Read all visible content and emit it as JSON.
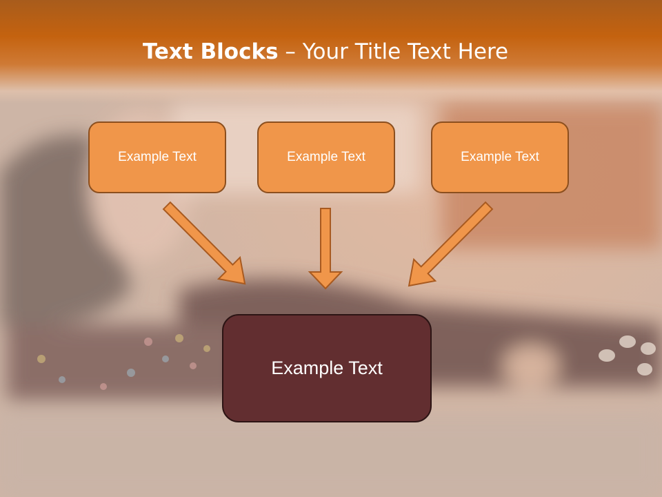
{
  "slide": {
    "title_bold": "Text Blocks",
    "title_separator": " – ",
    "title_rest": "Your Title Text Here",
    "boxes": [
      {
        "label": "Example Text"
      },
      {
        "label": "Example Text"
      },
      {
        "label": "Example Text"
      }
    ],
    "main_box": {
      "label": "Example Text"
    }
  },
  "colors": {
    "header": "#c4620f",
    "box_fill": "#f0964a",
    "box_border": "#8c4f1e",
    "main_fill": "#622e30",
    "arrow_fill": "#f0964a",
    "arrow_stroke": "#a85a20"
  }
}
